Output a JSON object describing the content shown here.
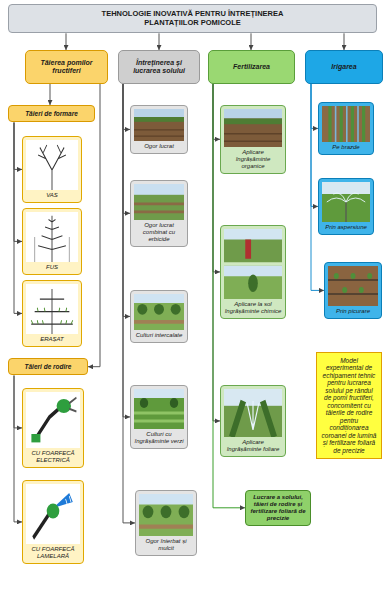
{
  "diagram": {
    "nodes": [
      {
        "text": [
          "TEHNOLOGIE INOVATIVĂ PENTRU ÎNTREȚINEREA PLANTAȚIILOR POMICOLE"
        ]
      },
      {
        "text": [
          "Tăierea pomilor fructiferi"
        ]
      },
      {
        "text": [
          "Tăieri de formare"
        ]
      },
      {
        "text": [
          "VAS"
        ]
      },
      {
        "text": [
          "FUS"
        ]
      },
      {
        "text": [
          "ERAȘAT"
        ]
      },
      {
        "text": [
          "Tăieri de rodire"
        ]
      },
      {
        "text": [
          "CU FOARFECĂ ELECTRICĂ"
        ]
      },
      {
        "text": [
          "CU FOARFECĂ LAMELARĂ"
        ]
      },
      {
        "text": [
          "Întreținerea și lucrarea solului"
        ]
      },
      {
        "text": [
          "Ogor lucrat"
        ]
      },
      {
        "text": [
          "Ogor lucrat combinat cu erbicide"
        ]
      },
      {
        "text": [
          "Culturi intercalate"
        ]
      },
      {
        "text": [
          "Culturi cu îngrășăminte verzi"
        ]
      },
      {
        "text": [
          "Ogor înierbat și mulcit"
        ]
      },
      {
        "text": [
          "Fertilizarea"
        ]
      },
      {
        "text": [
          "Aplicare îngrășăminte organice"
        ]
      },
      {
        "text": [
          "Aplicare la sol îngrășăminte chimice"
        ]
      },
      {
        "text": [
          "Aplicare îngrășăminte foliare"
        ]
      },
      {
        "text": [
          "Lucrare a solului, tăieri de rodire și fertilizare foliară de precizie"
        ]
      },
      {
        "text": [
          "Irigarea"
        ]
      },
      {
        "text": [
          "Pe brazde"
        ]
      },
      {
        "text": [
          "Prin aspersiune"
        ]
      },
      {
        "text": [
          "Prin picurare"
        ]
      },
      {
        "text": [
          "Model experimental de echipament tehnic pentru lucrarea solului pe rândul de pomi fructiferi, concomitent cu tăierile de rodire pentru condiționarea coroanei de lumină și fertilizare foliară de precizie"
        ]
      }
    ],
    "edges": [
      {
        "from": 0,
        "to": 1,
        "arrow": "to"
      },
      {
        "from": 0,
        "to": 9,
        "arrow": "to"
      },
      {
        "from": 0,
        "to": 15,
        "arrow": "to"
      },
      {
        "from": 0,
        "to": 20,
        "arrow": "to"
      },
      {
        "from": 1,
        "to": 2,
        "arrow": "to"
      },
      {
        "from": 1,
        "to": 6,
        "arrow": "to"
      },
      {
        "from": 2,
        "to": 3,
        "arrow": "to"
      },
      {
        "from": 2,
        "to": 4,
        "arrow": "to"
      },
      {
        "from": 2,
        "to": 5,
        "arrow": "to"
      },
      {
        "from": 6,
        "to": 7,
        "arrow": "to"
      },
      {
        "from": 6,
        "to": 8,
        "arrow": "to"
      },
      {
        "from": 9,
        "to": 10,
        "arrow": "to"
      },
      {
        "from": 9,
        "to": 11,
        "arrow": "to"
      },
      {
        "from": 9,
        "to": 12,
        "arrow": "to"
      },
      {
        "from": 9,
        "to": 13,
        "arrow": "to"
      },
      {
        "from": 9,
        "to": 14,
        "arrow": "to"
      },
      {
        "from": 15,
        "to": 16,
        "arrow": "to"
      },
      {
        "from": 15,
        "to": 17,
        "arrow": "to"
      },
      {
        "from": 15,
        "to": 18,
        "arrow": "to"
      },
      {
        "from": 15,
        "to": 19,
        "arrow": "to"
      },
      {
        "from": 20,
        "to": 21,
        "arrow": "to"
      },
      {
        "from": 20,
        "to": 22,
        "arrow": "to"
      },
      {
        "from": 20,
        "to": 23,
        "arrow": "to"
      }
    ]
  }
}
